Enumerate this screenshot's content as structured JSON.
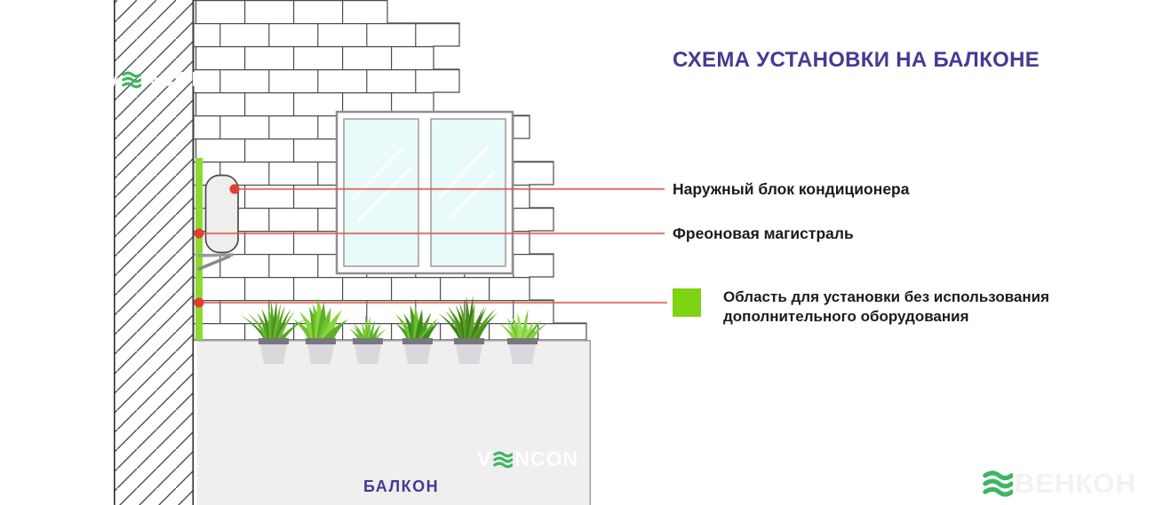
{
  "title": "СХЕМА УСТАНОВКИ НА БАЛКОНЕ",
  "labels": {
    "outdoor_unit": "Наружный блок кондиционера",
    "freon_line": "Фреоновая магистраль",
    "install_area": "Область для установки без использования дополнительного оборудования"
  },
  "balcony_label": "БАЛКОН",
  "watermark": {
    "prefix": "V",
    "suffix": "NCON"
  },
  "brand_logo": {
    "text": "ВЕНКОН"
  },
  "icons": {
    "brand_wave": "triple-wave-icon"
  },
  "colors": {
    "accent_purple": "#463a93",
    "leader_red": "#e23d31",
    "zone_green": "#7ed312",
    "brick_line": "#4c4c4c",
    "balcony_fill": "#f1eeef"
  }
}
